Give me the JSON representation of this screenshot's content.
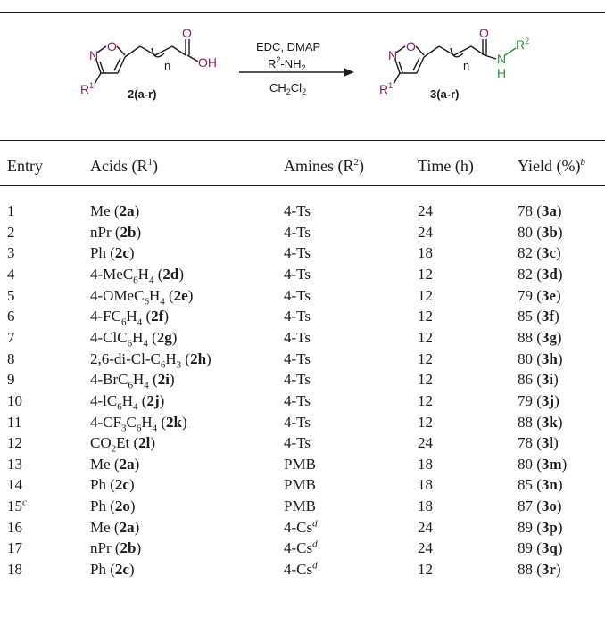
{
  "scheme": {
    "reagents": [
      "EDC, DMAP",
      "R",
      "2",
      "-NH",
      "2",
      "CH",
      "2",
      "Cl",
      "2"
    ],
    "reactant": {
      "label": "2(a-r)",
      "n": "n",
      "N": "N",
      "O": "O",
      "R": "R",
      "R_sup": "1",
      "carbonyl": "O",
      "oh": "OH"
    },
    "product": {
      "label": "3(a-r)",
      "n": "n",
      "N": "N",
      "O": "O",
      "R": "R",
      "R_sup": "1",
      "carbonyl": "O",
      "amideN": "N",
      "amideH": "H",
      "R2": "R",
      "R2_sup": "2"
    }
  },
  "colors": {
    "purple": "#8b1a63",
    "green": "#2f8a3c"
  },
  "table": {
    "headers": {
      "entry": "Entry",
      "acids": "Acids (R",
      "acids_sup": "1",
      "acids_end": ")",
      "amines": "Amines (R",
      "amines_sup": "2",
      "amines_end": ")",
      "time": "Time (h)",
      "yield": "Yield (%)",
      "yield_sup": "b"
    },
    "rows": [
      {
        "entry": "1",
        "acid": [
          "Me (",
          "2a",
          ")"
        ],
        "amine": [
          "4-Ts",
          ""
        ],
        "time": "24",
        "yield": [
          "78 (",
          "3a",
          ")"
        ]
      },
      {
        "entry": "2",
        "acid": [
          "nPr (",
          "2b",
          ")"
        ],
        "amine": [
          "4-Ts",
          ""
        ],
        "time": "24",
        "yield": [
          "80 (",
          "3b",
          ")"
        ]
      },
      {
        "entry": "3",
        "acid": [
          "Ph (",
          "2c",
          ")"
        ],
        "amine": [
          "4-Ts",
          ""
        ],
        "time": "18",
        "yield": [
          "82 (",
          "3c",
          ")"
        ]
      },
      {
        "entry": "4",
        "acid": [
          "4-MeC",
          "6",
          "H",
          "4",
          " (",
          "2d",
          ")"
        ],
        "amine": [
          "4-Ts",
          ""
        ],
        "time": "12",
        "yield": [
          "82 (",
          "3d",
          ")"
        ]
      },
      {
        "entry": "5",
        "acid": [
          "4-OMeC",
          "6",
          "H",
          "4",
          " (",
          "2e",
          ")"
        ],
        "amine": [
          "4-Ts",
          ""
        ],
        "time": "12",
        "yield": [
          "79 (",
          "3e",
          ")"
        ]
      },
      {
        "entry": "6",
        "acid": [
          "4-FC",
          "6",
          "H",
          "4",
          " (",
          "2f",
          ")"
        ],
        "amine": [
          "4-Ts",
          ""
        ],
        "time": "12",
        "yield": [
          "85 (",
          "3f",
          ")"
        ]
      },
      {
        "entry": "7",
        "acid": [
          "4-ClC",
          "6",
          "H",
          "4",
          " (",
          "2g",
          ")"
        ],
        "amine": [
          "4-Ts",
          ""
        ],
        "time": "12",
        "yield": [
          "88 (",
          "3g",
          ")"
        ]
      },
      {
        "entry": "8",
        "acid": [
          "2,6-di-Cl-C",
          "6",
          "H",
          "3",
          " (",
          "2h",
          ")"
        ],
        "amine": [
          "4-Ts",
          ""
        ],
        "time": "12",
        "yield": [
          "80 (",
          "3h",
          ")"
        ]
      },
      {
        "entry": "9",
        "acid": [
          "4-BrC",
          "6",
          "H",
          "4",
          " (",
          "2i",
          ")"
        ],
        "amine": [
          "4-Ts",
          ""
        ],
        "time": "12",
        "yield": [
          "86 (",
          "3i",
          ")"
        ]
      },
      {
        "entry": "10",
        "acid": [
          "4-lC",
          "6",
          "H",
          "4",
          " (",
          "2j",
          ")"
        ],
        "amine": [
          "4-Ts",
          ""
        ],
        "time": "12",
        "yield": [
          "79 (",
          "3j",
          ")"
        ]
      },
      {
        "entry": "11",
        "acid": [
          "4-CF",
          "3",
          "C",
          "6",
          "H",
          "4",
          " (",
          "2k",
          ")"
        ],
        "amine": [
          "4-Ts",
          ""
        ],
        "time": "12",
        "yield": [
          "88 (",
          "3k",
          ")"
        ]
      },
      {
        "entry": "12",
        "acid": [
          "CO",
          "2",
          "Et (",
          "2l",
          ")"
        ],
        "amine": [
          "4-Ts",
          ""
        ],
        "time": "24",
        "yield": [
          "78 (",
          "3l",
          ")"
        ]
      },
      {
        "entry": "13",
        "acid": [
          "Me (",
          "2a",
          ")"
        ],
        "amine": [
          "PMB",
          ""
        ],
        "time": "18",
        "yield": [
          "80 (",
          "3m",
          ")"
        ]
      },
      {
        "entry": "14",
        "acid": [
          "Ph (",
          "2c",
          ")"
        ],
        "amine": [
          "PMB",
          ""
        ],
        "time": "18",
        "yield": [
          "85 (",
          "3n",
          ")"
        ]
      },
      {
        "entry": "15",
        "entry_sup": "c",
        "acid": [
          "Ph (",
          "2o",
          ")"
        ],
        "amine": [
          "PMB",
          ""
        ],
        "time": "18",
        "yield": [
          "87 (",
          "3o",
          ")"
        ]
      },
      {
        "entry": "16",
        "acid": [
          "Me (",
          "2a",
          ")"
        ],
        "amine": [
          "4-Cs",
          "d"
        ],
        "time": "24",
        "yield": [
          "89 (",
          "3p",
          ")"
        ]
      },
      {
        "entry": "17",
        "acid": [
          "nPr (",
          "2b",
          ")"
        ],
        "amine": [
          "4-Cs",
          "d"
        ],
        "time": "24",
        "yield": [
          "89 (",
          "3q",
          ")"
        ]
      },
      {
        "entry": "18",
        "acid": [
          "Ph (",
          "2c",
          ")"
        ],
        "amine": [
          "4-Cs",
          "d"
        ],
        "time": "12",
        "yield": [
          "88 (",
          "3r",
          ")"
        ]
      }
    ]
  }
}
